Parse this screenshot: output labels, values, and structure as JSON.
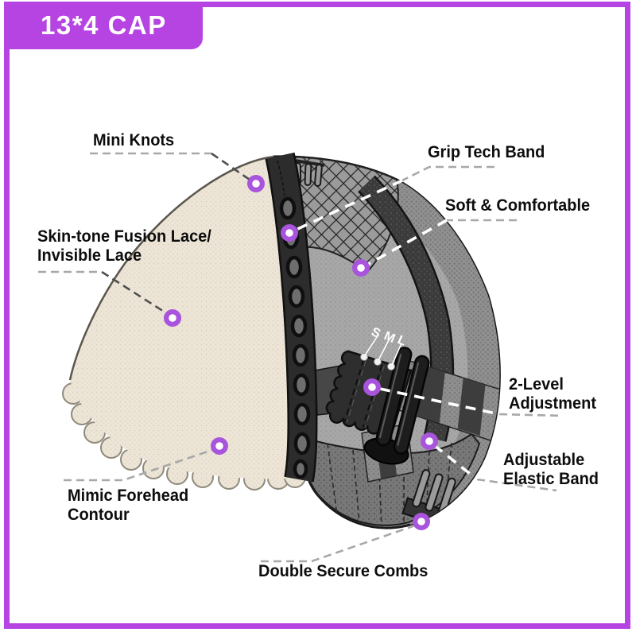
{
  "header": {
    "title": "13*4 CAP"
  },
  "colors": {
    "banner_purple": "#b544e2",
    "marker_purple": "#a854dc",
    "label_text": "#0d0d0d",
    "lace_beige": "#ede6d8",
    "leader_gray": "#a8a8a8"
  },
  "callouts": {
    "mini_knots": {
      "label": "Mini Knots"
    },
    "grip_tech_band": {
      "label": "Grip Tech Band"
    },
    "soft_comfortable": {
      "label": "Soft & Comfortable"
    },
    "fusion_lace": {
      "line1": "Skin-tone Fusion Lace/",
      "line2": "Invisible Lace"
    },
    "two_level": {
      "line1": "2-Level",
      "line2": "Adjustment"
    },
    "elastic_band": {
      "line1": "Adjustable",
      "line2": "Elastic Band"
    },
    "forehead": {
      "line1": "Mimic Forehead",
      "line2": "Contour"
    },
    "combs": {
      "label": "Double Secure Combs"
    }
  },
  "size_marks": {
    "s": "S",
    "m": "M",
    "l": "L"
  }
}
